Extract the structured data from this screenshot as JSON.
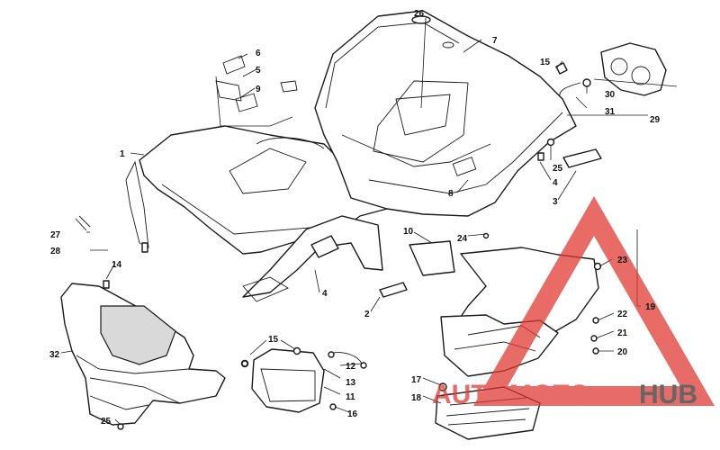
{
  "callouts": [
    "1",
    "2",
    "3",
    "4",
    "4",
    "5",
    "6",
    "7",
    "8",
    "9",
    "10",
    "11",
    "12",
    "13",
    "14",
    "15",
    "15",
    "16",
    "17",
    "18",
    "19",
    "20",
    "21",
    "22",
    "23",
    "24",
    "25",
    "25",
    "26",
    "27",
    "28",
    "29",
    "30",
    "31",
    "32"
  ],
  "watermark": {
    "part1": "AUTO",
    "part2": "MOTO",
    "part3": "HUB",
    "color_red": "#e03a33",
    "color_dark": "#333333"
  }
}
